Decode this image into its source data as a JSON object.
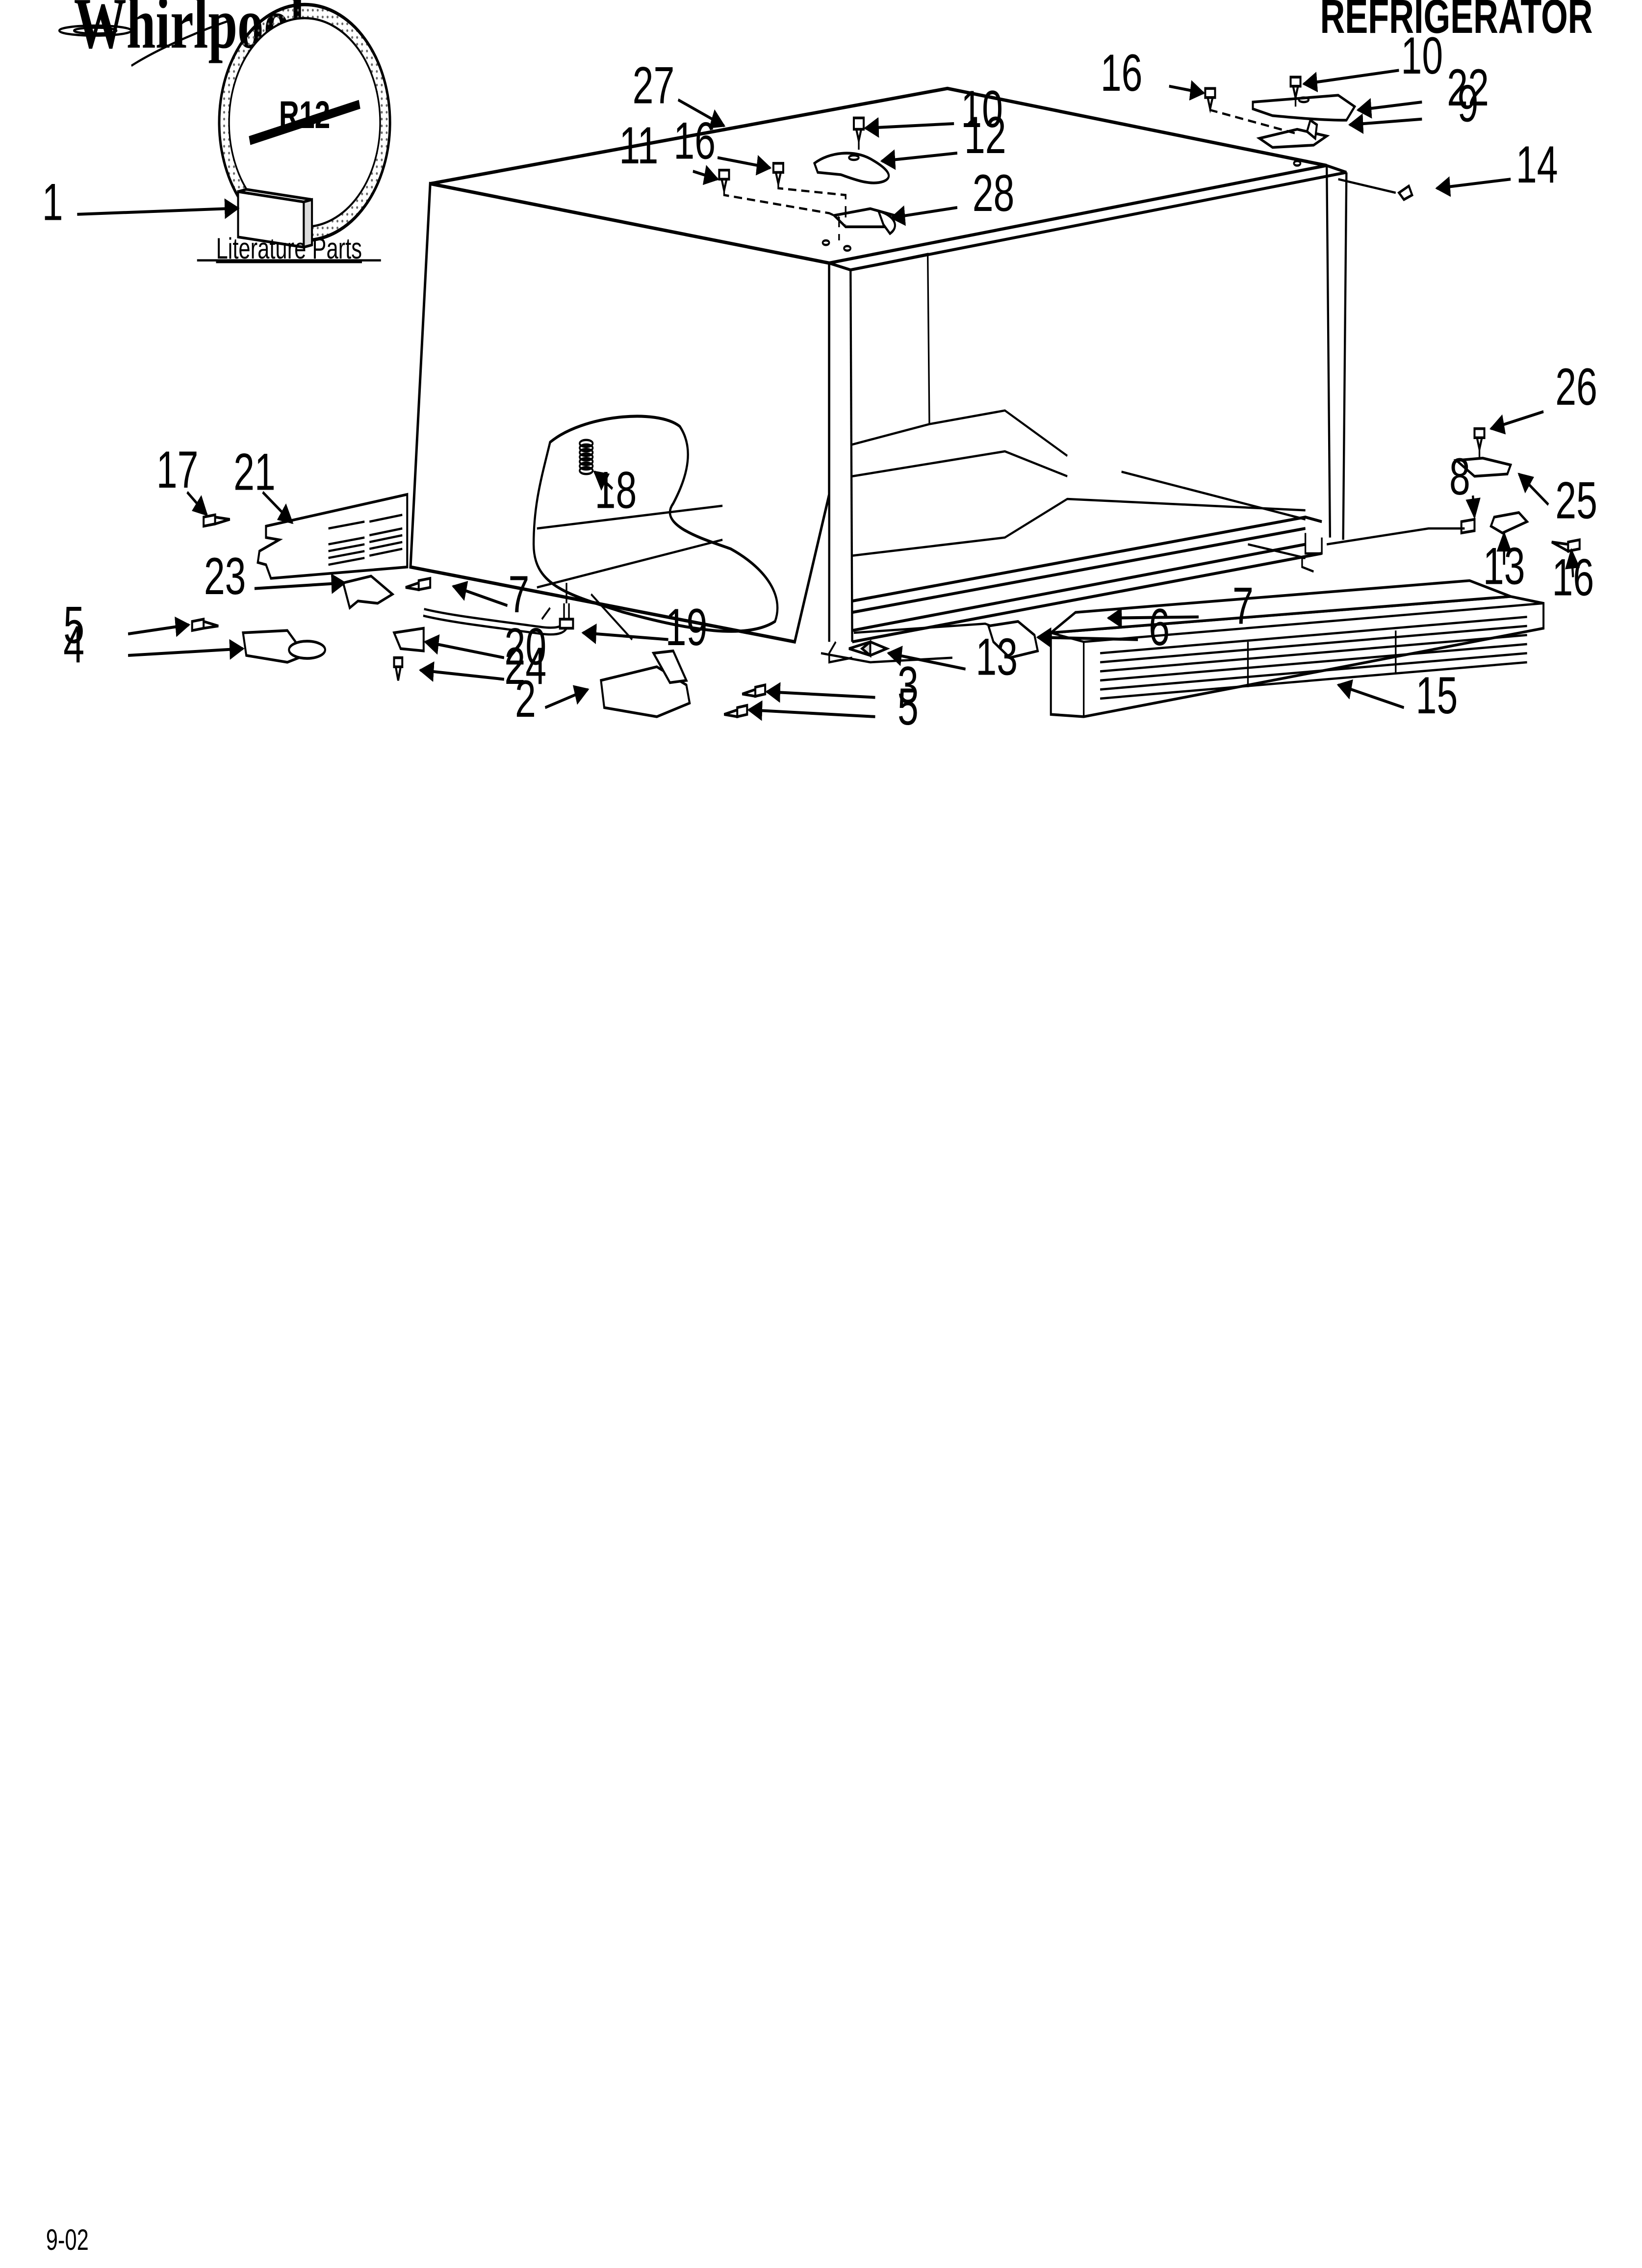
{
  "brand": "Whirlpool",
  "page_title": "REFRIGERATOR",
  "r12_symbol": "R12",
  "literature_label": "Literature Parts",
  "footer_code": "9-02",
  "callouts": {
    "c1": "1",
    "c2": "2",
    "c3": "3",
    "c4": "4",
    "c5a": "5",
    "c5b": "5",
    "c6": "6",
    "c7a": "7",
    "c7b": "7",
    "c8": "8",
    "c9": "9",
    "c10a": "10",
    "c10b": "10",
    "c11": "11",
    "c12": "12",
    "c13a": "13",
    "c13b": "13",
    "c14": "14",
    "c15": "15",
    "c16a": "16",
    "c16b": "16",
    "c16c": "16",
    "c17": "17",
    "c18": "18",
    "c19": "19",
    "c20": "20",
    "c21": "21",
    "c22": "22",
    "c23": "23",
    "c24": "24",
    "c25": "25",
    "c26": "26",
    "c27": "27",
    "c28": "28"
  }
}
